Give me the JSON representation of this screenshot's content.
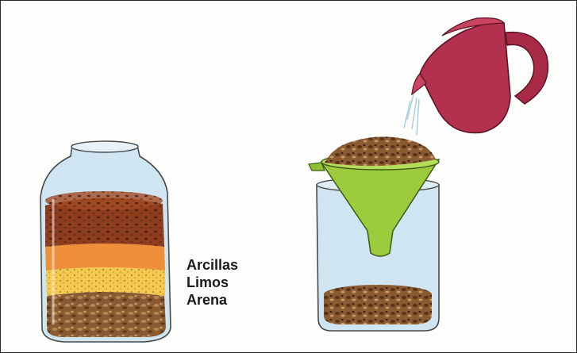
{
  "illustration": {
    "soil_layers": [
      {
        "label": "Arcillas",
        "color": "#8f3d1f"
      },
      {
        "label": "Limos",
        "color": "#ef8f3a"
      },
      {
        "label": "Arena",
        "color": "#f3c94f"
      }
    ],
    "jar_bottom_layer_color": "#8a5a32",
    "funnel_color": "#9ccc3e",
    "pitcher_color": "#b3304e",
    "water_color": "#c9e3f1"
  }
}
